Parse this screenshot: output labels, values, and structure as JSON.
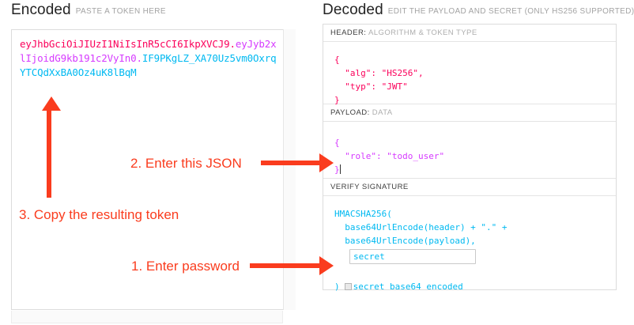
{
  "encoded": {
    "title": "Encoded",
    "subtitle": "PASTE A TOKEN HERE",
    "token": {
      "header_part": "eyJhbGciOiJIUzI1NiIsInR5cCI6IkpXVCJ9",
      "dot1": ".",
      "payload_part": "eyJyb2xlIjoidG9kb191c2VyIn0",
      "dot2": ".",
      "signature_part": "IF9PKgLZ_XA70Uz5vm0OxrqYTCQdXxBA0Oz4uK8lBqM",
      "full": "eyJhbGciOiJIUzI1NiIsInR5cCI6IkpXVCJ9.eyJyb2xlIjoidG9kb191c2VyIn0.IF9PKgLZ_XA70Uz5vm0OxrqYTCQdXxBA0Oz4uK8lBqM"
    }
  },
  "decoded": {
    "title": "Decoded",
    "subtitle": "EDIT THE PAYLOAD AND SECRET (ONLY HS256 SUPPORTED)",
    "sections": {
      "header": {
        "label_key": "HEADER:",
        "label_rest": " ALGORITHM & TOKEN TYPE",
        "code": "{\n  \"alg\": \"HS256\",\n  \"typ\": \"JWT\"\n}"
      },
      "payload": {
        "label_key": "PAYLOAD:",
        "label_rest": " DATA",
        "code": "{\n  \"role\": \"todo_user\"\n}"
      },
      "signature": {
        "label_key": "VERIFY SIGNATURE",
        "label_rest": "",
        "code_line1": "HMACSHA256(",
        "code_line2": "  base64UrlEncode(header) + \".\" +",
        "code_line3": "  base64UrlEncode(payload),",
        "secret_value": "secret",
        "close_paren": ")",
        "base64_label": "secret base64 encoded"
      }
    }
  },
  "annotations": [
    {
      "id": 1,
      "text": "1. Enter password"
    },
    {
      "id": 2,
      "text": "2. Enter this JSON"
    },
    {
      "id": 3,
      "text": "3. Copy the resulting token"
    }
  ],
  "colors": {
    "header_pink": "#fb015b",
    "payload_purple": "#d63aff",
    "signature_blue": "#00b9f1",
    "annotation_red": "#fa3c1e"
  }
}
